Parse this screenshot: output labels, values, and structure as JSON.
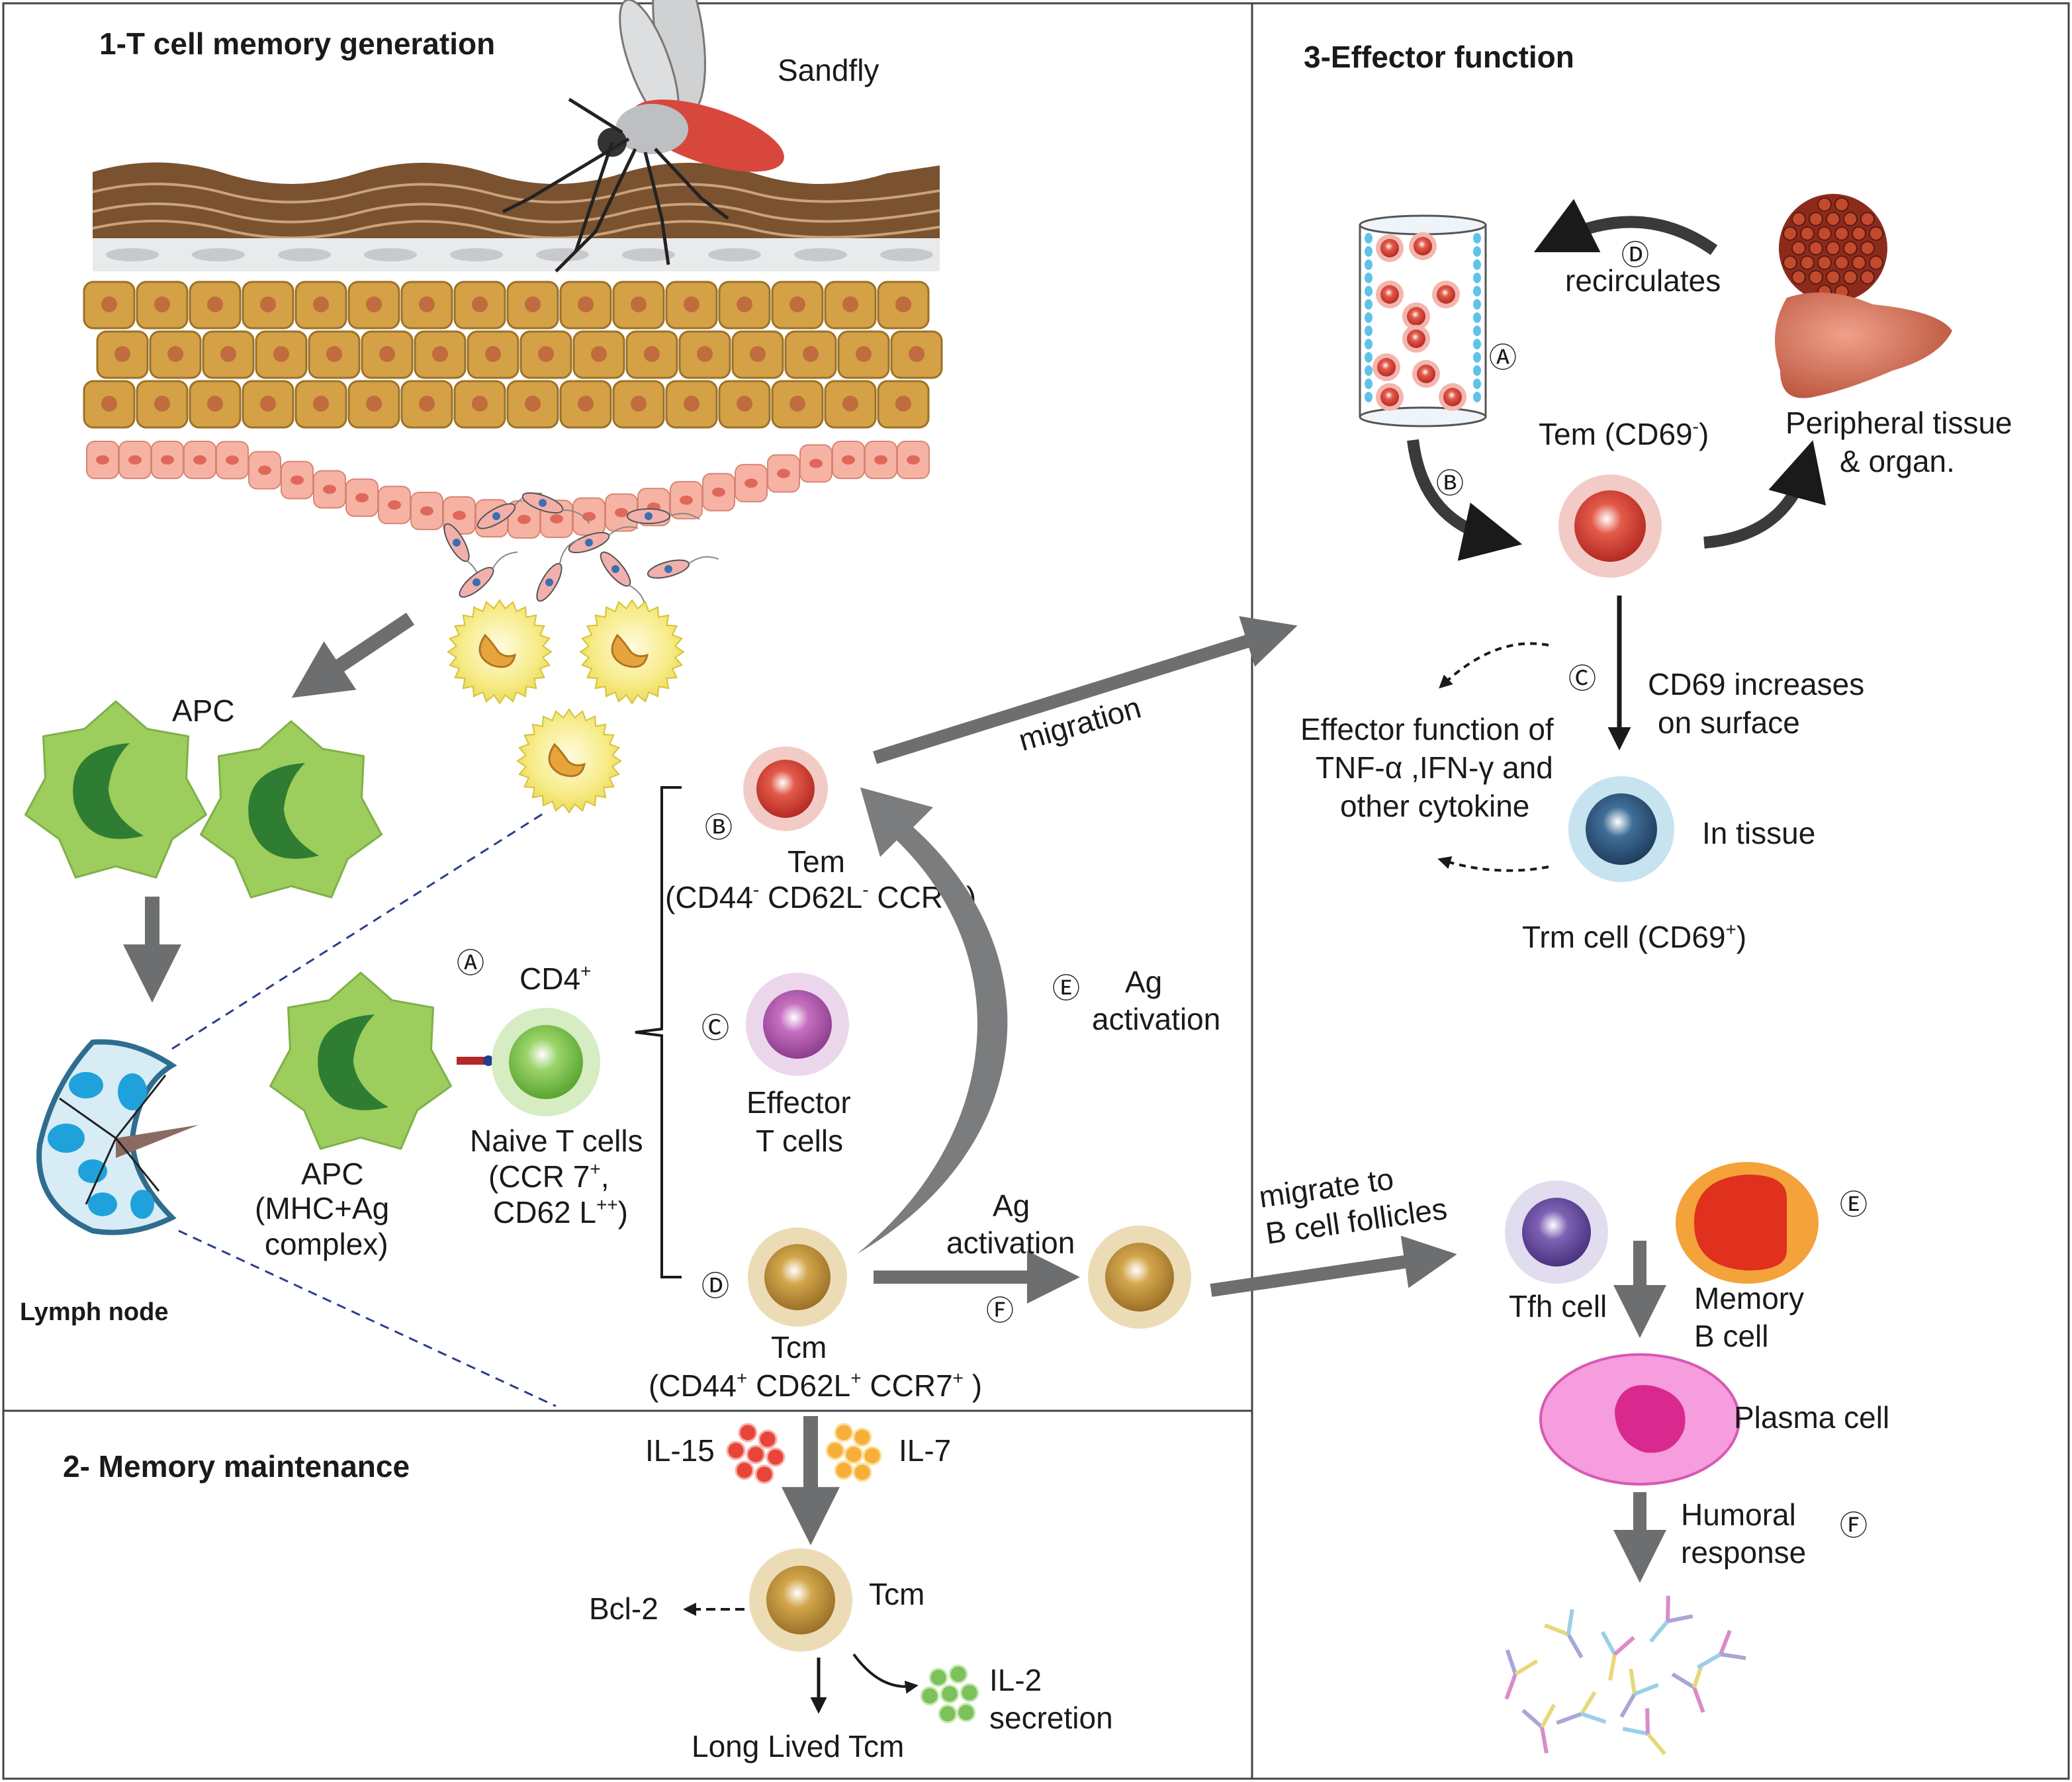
{
  "sections": {
    "s1": "1-T cell memory generation",
    "s2": "2- Memory maintenance",
    "s3": "3-Effector function"
  },
  "labels": {
    "sandfly": "Sandfly",
    "apc_top": "APC",
    "lymph_node": "Lymph node",
    "apc_bottom": "APC",
    "mhc_1": "(MHC+Ag",
    "mhc_2": "complex)",
    "cd4": "CD4",
    "naive_1": "Naive T cells",
    "naive_2": "(CCR 7",
    "naive_3": "CD62 L",
    "tem": "Tem",
    "tem_markers": "(CD44",
    "effector_1": "Effector",
    "effector_2": "T cells",
    "tcm": "Tcm",
    "tcm_markers": "(CD44",
    "ag_act_1": "Ag",
    "ag_act_2": "activation",
    "ag_act_3": "Ag",
    "ag_act_4": "activation",
    "migration": "migration",
    "migrate_1": "migrate to",
    "migrate_2": "B cell follicles",
    "il15": "IL-15",
    "il7": "IL-7",
    "tcm2": "Tcm",
    "bcl2": "Bcl-2",
    "long_lived": "Long Lived Tcm",
    "il2_1": "IL-2",
    "il2_2": "secretion",
    "recirculates": "recirculates",
    "tem_cd69": "Tem (CD69",
    "peripheral_1": "Peripheral tissue",
    "peripheral_2": "& organ.",
    "cd69_inc_1": "CD69 increases",
    "cd69_inc_2": "on surface",
    "effunc_1": "Effector function of",
    "effunc_2": "TNF-α ,IFN-γ and",
    "effunc_3": "other cytokine",
    "in_tissue": "In tissue",
    "trm": "Trm cell (CD69",
    "tfh": "Tfh cell",
    "memb_1": "Memory",
    "memb_2": "B cell",
    "plasma": "Plasma cell",
    "humoral_1": "Humoral",
    "humoral_2": "response"
  },
  "circled": {
    "a": "Ⓐ",
    "b": "Ⓑ",
    "c": "Ⓒ",
    "d": "Ⓓ",
    "e": "Ⓔ",
    "f": "Ⓕ"
  },
  "colors": {
    "arrow": "#6d6e70",
    "tem": "#d9443a",
    "effector": "#b866b5",
    "tcm": "#c59a3e",
    "naive": "#8ccc5a",
    "apc": "#7fc241",
    "trm": "#2e5d85",
    "tfh": "#6a4fa3",
    "plasma": "#e870c8"
  }
}
